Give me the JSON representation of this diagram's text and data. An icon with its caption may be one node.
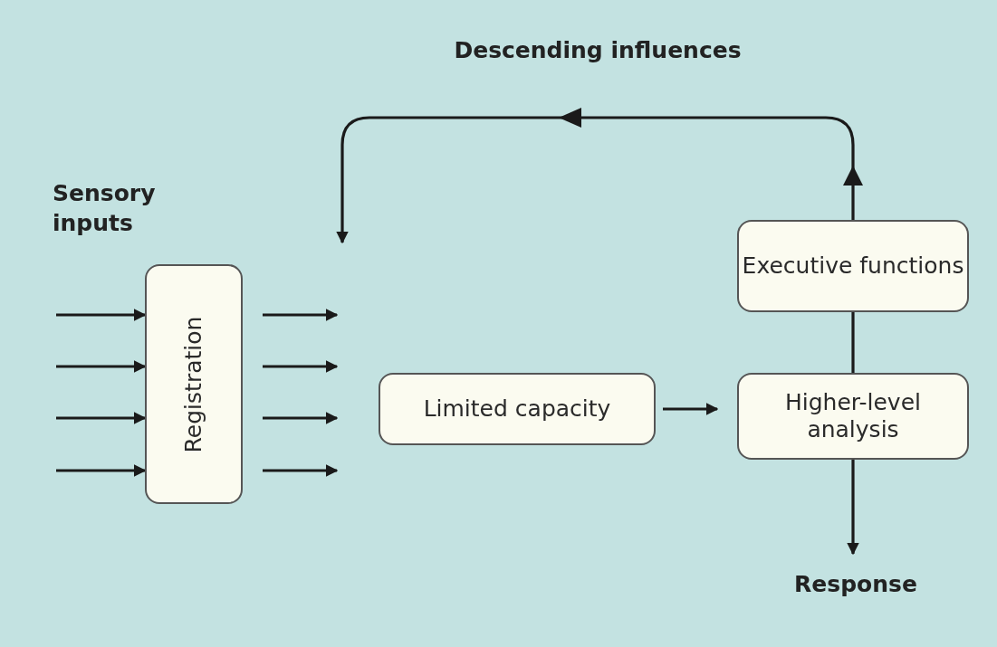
{
  "diagram": {
    "nodes": [
      {
        "text": [
          "Registration"
        ]
      },
      {
        "text": [
          "Limited capacity"
        ]
      },
      {
        "text": [
          "Higher-level analysis"
        ]
      },
      {
        "text": [
          "Executive functions"
        ]
      },
      {
        "text": [
          "Response"
        ]
      }
    ],
    "edges": [
      {
        "from": null,
        "to": 0,
        "arrow": "to"
      },
      {
        "from": null,
        "to": 0,
        "arrow": "to"
      },
      {
        "from": null,
        "to": 0,
        "arrow": "to"
      },
      {
        "from": null,
        "to": 0,
        "arrow": "to"
      },
      {
        "from": 0,
        "to": null,
        "arrow": "to"
      },
      {
        "from": 0,
        "to": null,
        "arrow": "to"
      },
      {
        "from": 0,
        "to": null,
        "arrow": "to"
      },
      {
        "from": 0,
        "to": null,
        "arrow": "to"
      },
      {
        "from": 1,
        "to": 2,
        "arrow": "to"
      },
      {
        "from": 2,
        "to": 3,
        "arrow": "none"
      },
      {
        "from": 3,
        "to": null,
        "arrow": "to",
        "label": "Descending influences"
      },
      {
        "from": 2,
        "to": 4,
        "arrow": "to"
      }
    ],
    "labels": [
      "Sensory inputs"
    ]
  }
}
